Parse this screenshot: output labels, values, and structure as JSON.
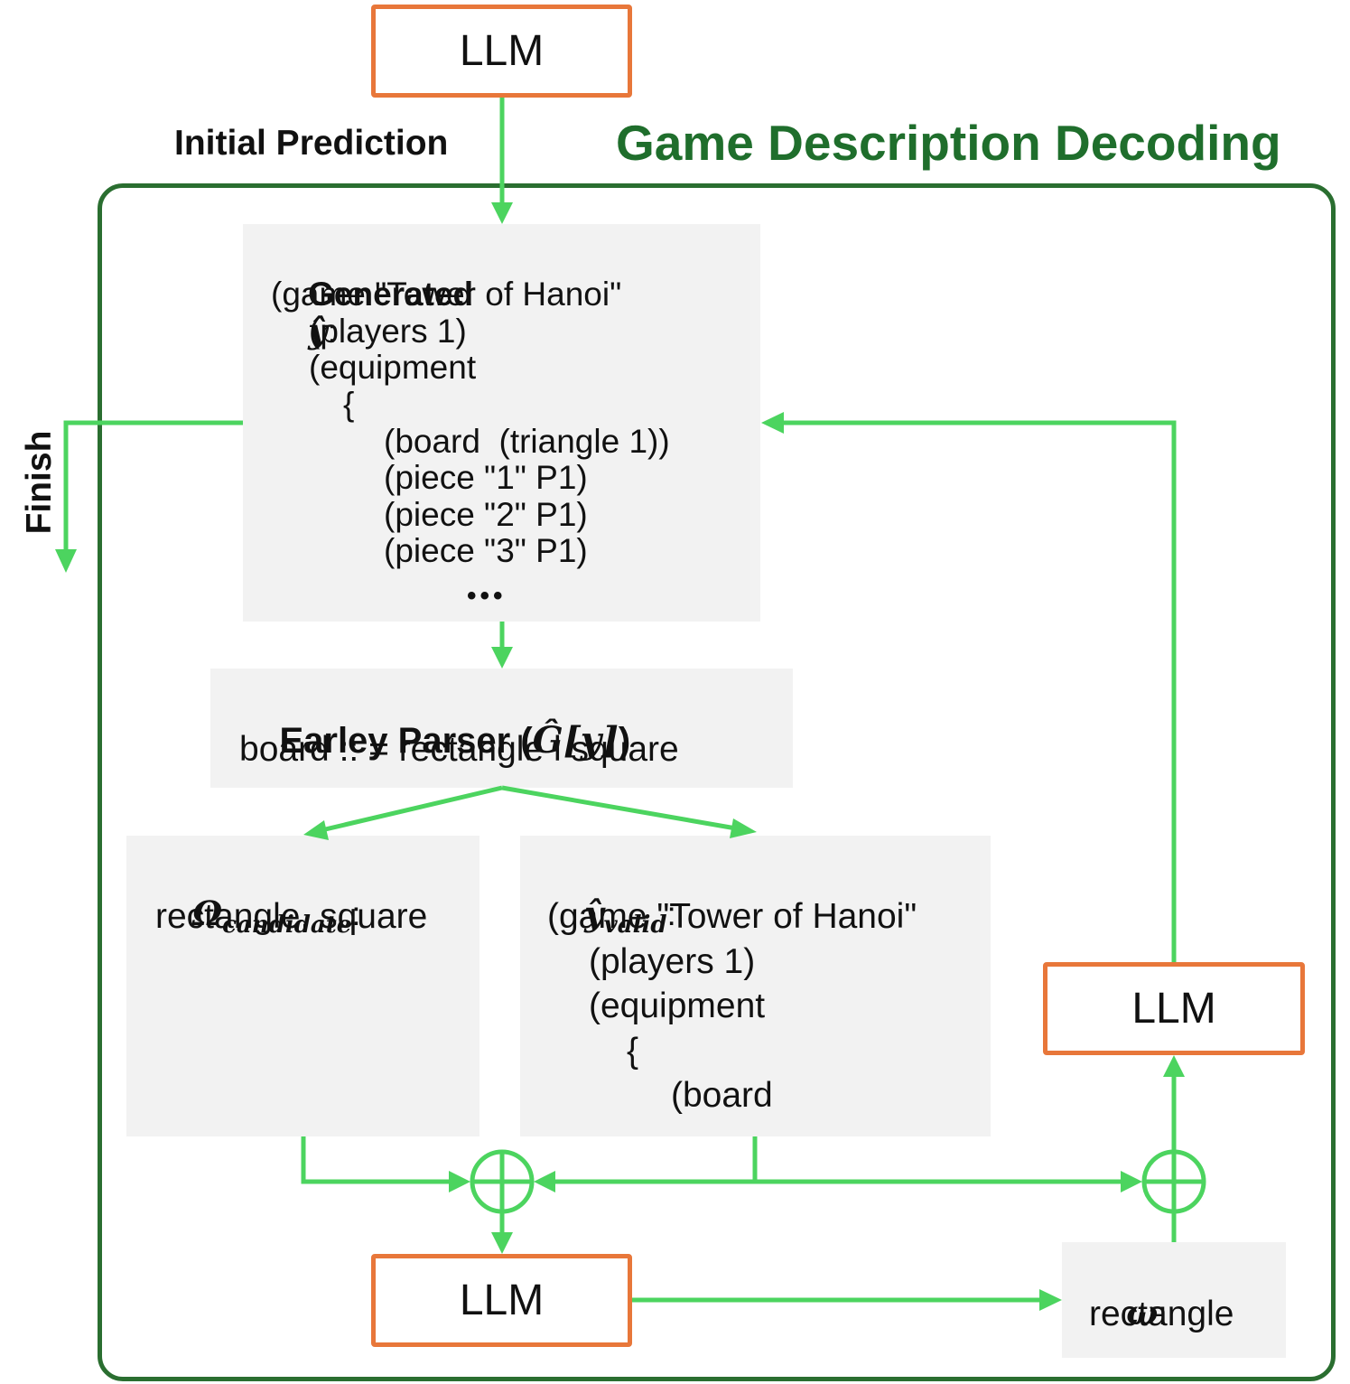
{
  "title": "Game Description Decoding",
  "labels": {
    "initial_prediction": "Initial Prediction",
    "finish": "Finish"
  },
  "llm": {
    "top": "LLM",
    "bottom": "LLM",
    "right": "LLM"
  },
  "generated": {
    "heading": "Generated",
    "symbol": "ŷ",
    "colon": ":",
    "lines": [
      "(game \"Tower of Hanoi\"",
      "(players 1)",
      "(equipment",
      "{",
      "(board  (triangle 1))",
      "(piece \"1\" P1)",
      "(piece \"2\" P1)",
      "(piece \"3\" P1)",
      "•••"
    ]
  },
  "parser": {
    "heading": "Earley Parser (",
    "symbol": "Ĝ[y]",
    "close": ")",
    "rule": "board :: = rectangle l square"
  },
  "candidate": {
    "symbol": "Ω",
    "sub": "candidate",
    "colon": ":",
    "text": "rectangle, square"
  },
  "valid": {
    "symbol": "ŷ",
    "sub": "valid",
    "colon": ":",
    "lines": [
      "(game \"Tower of Hanoi\"",
      "(players 1)",
      "(equipment",
      "{",
      "(board"
    ]
  },
  "omega": {
    "symbol": "ω",
    "colon": ":",
    "text": "rectangle"
  },
  "colors": {
    "arrow": "#4cd45f",
    "frame": "#2a6e30",
    "title": "#1f6e2c",
    "llm_border": "#e8773a",
    "box_fill": "#f2f2f2"
  }
}
